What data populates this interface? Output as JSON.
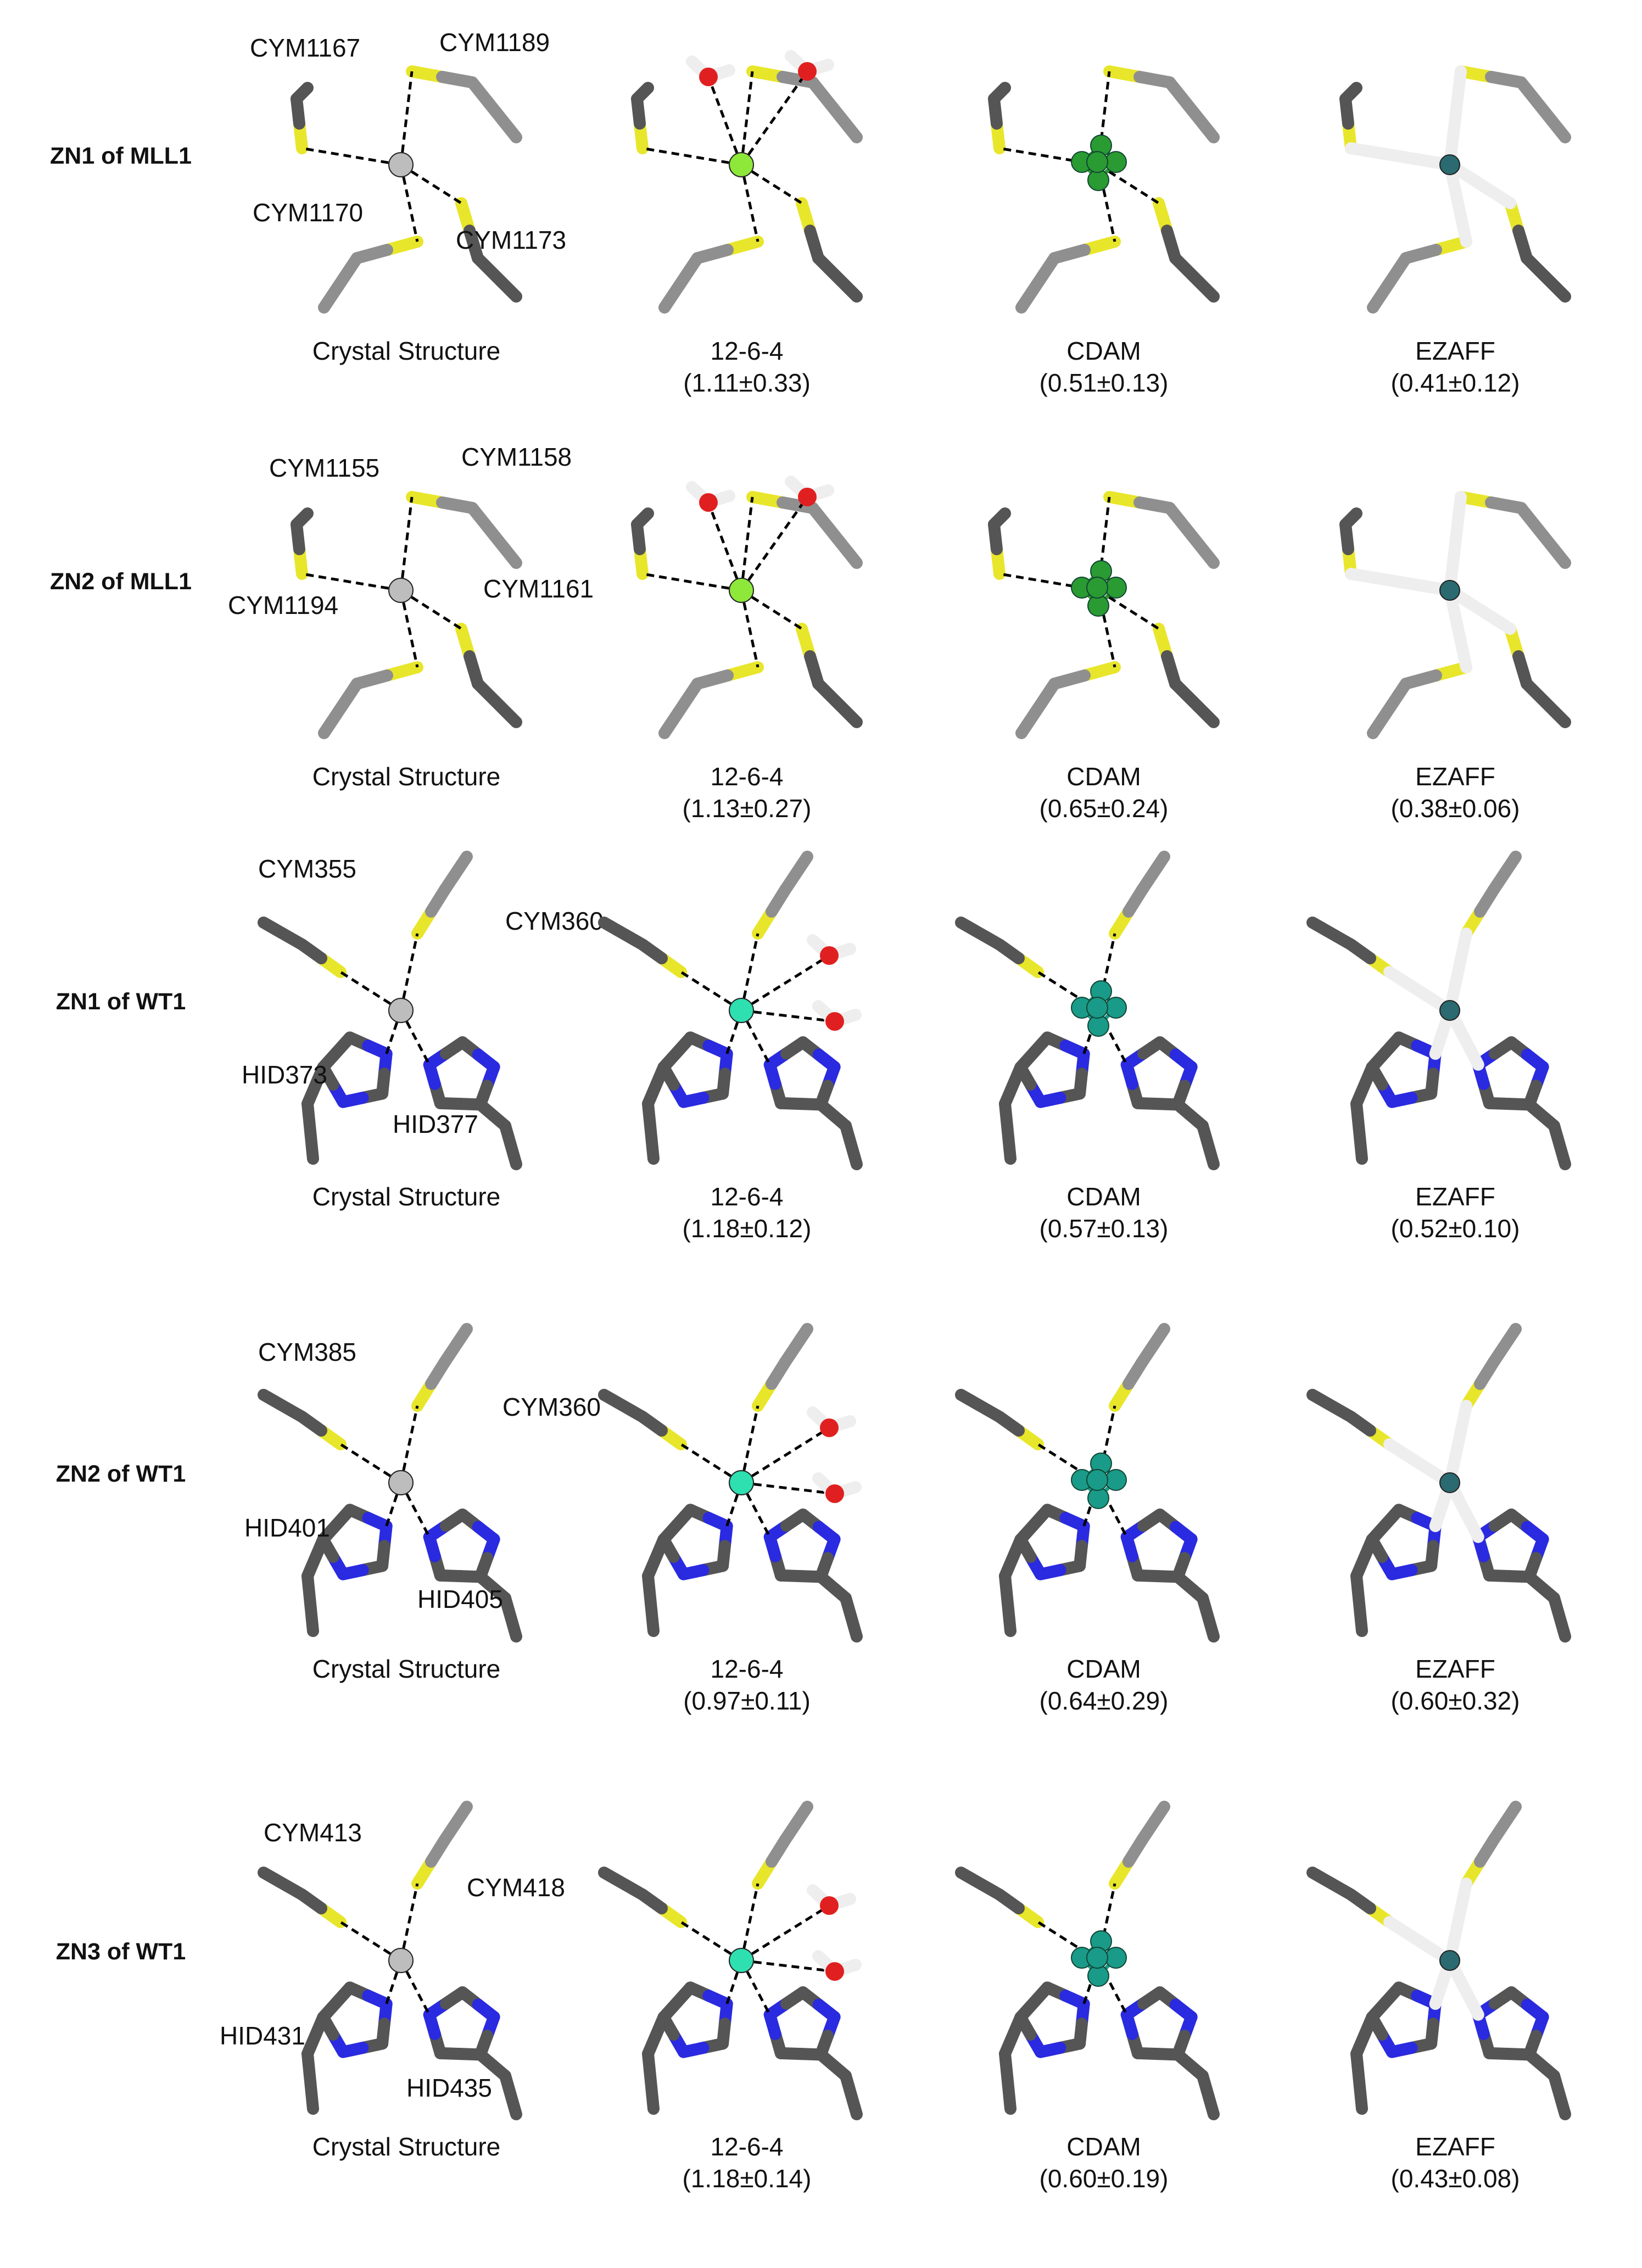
{
  "colors": {
    "carbon_light": "#8f8f8f",
    "carbon_dark": "#555555",
    "sulfur": "#e8e62a",
    "nitrogen": "#2a2ae0",
    "oxygen": "#e02020",
    "hydrogen": "#eeeeee",
    "zn_crystal": "#bdbdbd",
    "zn_1264_mll1": "#8ee83a",
    "zn_1264_wt1": "#2ee0b0",
    "zn_cdam_mll1": "#2a9a32",
    "zn_cdam_wt1": "#1a9a88",
    "zn_ezaff": "#2a6a70"
  },
  "columns": [
    {
      "name": "Crystal Structure"
    },
    {
      "name": "12-6-4"
    },
    {
      "name": "CDAM"
    },
    {
      "name": "EZAFF"
    }
  ],
  "rows": [
    {
      "label": "ZN1 of MLL1",
      "type": "cys4",
      "residues": [
        "CYM1167",
        "CYM1189",
        "CYM1170",
        "CYM1173"
      ],
      "rmsd": [
        "(1.11±0.33)",
        "(0.51±0.13)",
        "(0.41±0.12)"
      ]
    },
    {
      "label": "ZN2 of MLL1",
      "type": "cys4",
      "residues": [
        "CYM1155",
        "CYM1158",
        "CYM1194",
        "CYM1161"
      ],
      "rmsd": [
        "(1.13±0.27)",
        "(0.65±0.24)",
        "(0.38±0.06)"
      ]
    },
    {
      "label": "ZN1 of WT1",
      "type": "cys2his2",
      "residues": [
        "CYM355",
        "CYM360",
        "HID373",
        "HID377"
      ],
      "rmsd": [
        "(1.18±0.12)",
        "(0.57±0.13)",
        "(0.52±0.10)"
      ]
    },
    {
      "label": "ZN2 of WT1",
      "type": "cys2his2",
      "residues": [
        "CYM385",
        "CYM360",
        "HID401",
        "HID405"
      ],
      "rmsd": [
        "(0.97±0.11)",
        "(0.64±0.29)",
        "(0.60±0.32)"
      ]
    },
    {
      "label": "ZN3 of WT1",
      "type": "cys2his2",
      "residues": [
        "CYM413",
        "CYM418",
        "HID431",
        "HID435"
      ],
      "rmsd": [
        "(1.18±0.14)",
        "(0.60±0.19)",
        "(0.43±0.08)"
      ]
    }
  ]
}
